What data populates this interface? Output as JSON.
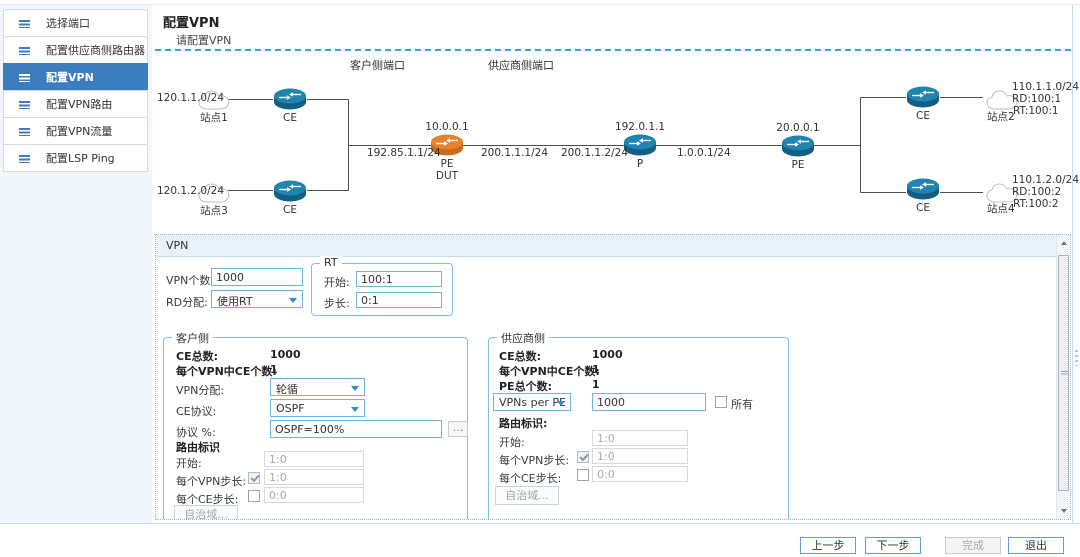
{
  "colors": {
    "accent_blue": "#3c7dbf",
    "dashed_line_blue": "#2ea7e0",
    "router_blue": "#1f84b0",
    "router_orange": "#e8802c",
    "group_border_blue": "#85bce6"
  },
  "sidebar": {
    "items": [
      {
        "label": "选择端口",
        "selected": false
      },
      {
        "label": "配置供应商侧路由器",
        "selected": false
      },
      {
        "label": "配置VPN",
        "selected": true
      },
      {
        "label": "配置VPN路由",
        "selected": false
      },
      {
        "label": "配置VPN流量",
        "selected": false
      },
      {
        "label": "配置LSP Ping",
        "selected": false
      }
    ]
  },
  "header": {
    "title": "配置VPN",
    "subtitle": "请配置VPN"
  },
  "topology": {
    "client_port_label": "客户侧端口",
    "provider_port_label": "供应商侧端口",
    "sites": [
      {
        "name": "站点1",
        "ip": "120.1.1.0/24"
      },
      {
        "name": "站点2",
        "ip": "110.1.1.0/24",
        "rd": "RD:100:1",
        "rt": "RT:100:1"
      },
      {
        "name": "站点3",
        "ip": "120.1.2.0/24"
      },
      {
        "name": "站点4",
        "ip": "110.1.2.0/24",
        "rd": "RD:100:2",
        "rt": "RT:100:2"
      }
    ],
    "routers": [
      {
        "name": "CE"
      },
      {
        "name": "CE"
      },
      {
        "name": "PE",
        "sub": "DUT",
        "ip": "10.0.0.1"
      },
      {
        "name": "P",
        "ip": "192.0.1.1"
      },
      {
        "name": "PE",
        "ip": "20.0.0.1"
      },
      {
        "name": "CE"
      },
      {
        "name": "CE"
      }
    ],
    "link_labels": [
      "192.85.1.1/24",
      "200.1.1.1/24",
      "200.1.1.2/24",
      "1.0.0.1/24"
    ]
  },
  "panel": {
    "title": "VPN",
    "fields": {
      "vpn_count_label": "VPN个数:",
      "vpn_count_value": "1000",
      "rd_alloc_label": "RD分配:",
      "rd_alloc_value": "使用RT"
    },
    "rt_group": {
      "title": "RT",
      "start_label": "开始:",
      "start_value": "100:1",
      "step_label": "步长:",
      "step_value": "0:1"
    },
    "client": {
      "title": "客户侧",
      "ce_total_label": "CE总数:",
      "ce_total_value": "1000",
      "ce_per_vpn_label": "每个VPN中CE个数:",
      "ce_per_vpn_value": "1",
      "vpn_alloc_label": "VPN分配:",
      "vpn_alloc_value": "轮循",
      "ce_protocol_label": "CE协议:",
      "ce_protocol_value": "OSPF",
      "protocol_pct_label": "协议 %:",
      "protocol_pct_value": "OSPF=100%",
      "more_button_label": "...",
      "route_id_label": "路由标识",
      "start_label": "开始:",
      "start_value": "1:0",
      "vpn_step_label": "每个VPN步长:",
      "vpn_step_value": "1:0",
      "vpn_step_checked": true,
      "ce_step_label": "每个CE步长:",
      "ce_step_value": "0:0",
      "ce_step_checked": false,
      "as_button_label": "自治域..."
    },
    "provider": {
      "title": "供应商侧",
      "ce_total_label": "CE总数:",
      "ce_total_value": "1000",
      "ce_per_vpn_label": "每个VPN中CE个数:",
      "ce_per_vpn_value": "1",
      "pe_total_label": "PE总个数:",
      "pe_total_value": "1",
      "vpns_per_pe_value": "VPNs per PE",
      "vpns_per_pe_count": "1000",
      "all_label": "所有",
      "route_id_label": "路由标识:",
      "start_label": "开始:",
      "start_value": "1:0",
      "vpn_step_label": "每个VPN步长:",
      "vpn_step_value": "1:0",
      "vpn_step_checked": true,
      "ce_step_label": "每个CE步长:",
      "ce_step_value": "0:0",
      "ce_step_checked": false,
      "as_button_label": "自治域..."
    }
  },
  "footer": {
    "back_label": "上一步",
    "next_label": "下一步",
    "finish_label": "完成",
    "exit_label": "退出"
  }
}
